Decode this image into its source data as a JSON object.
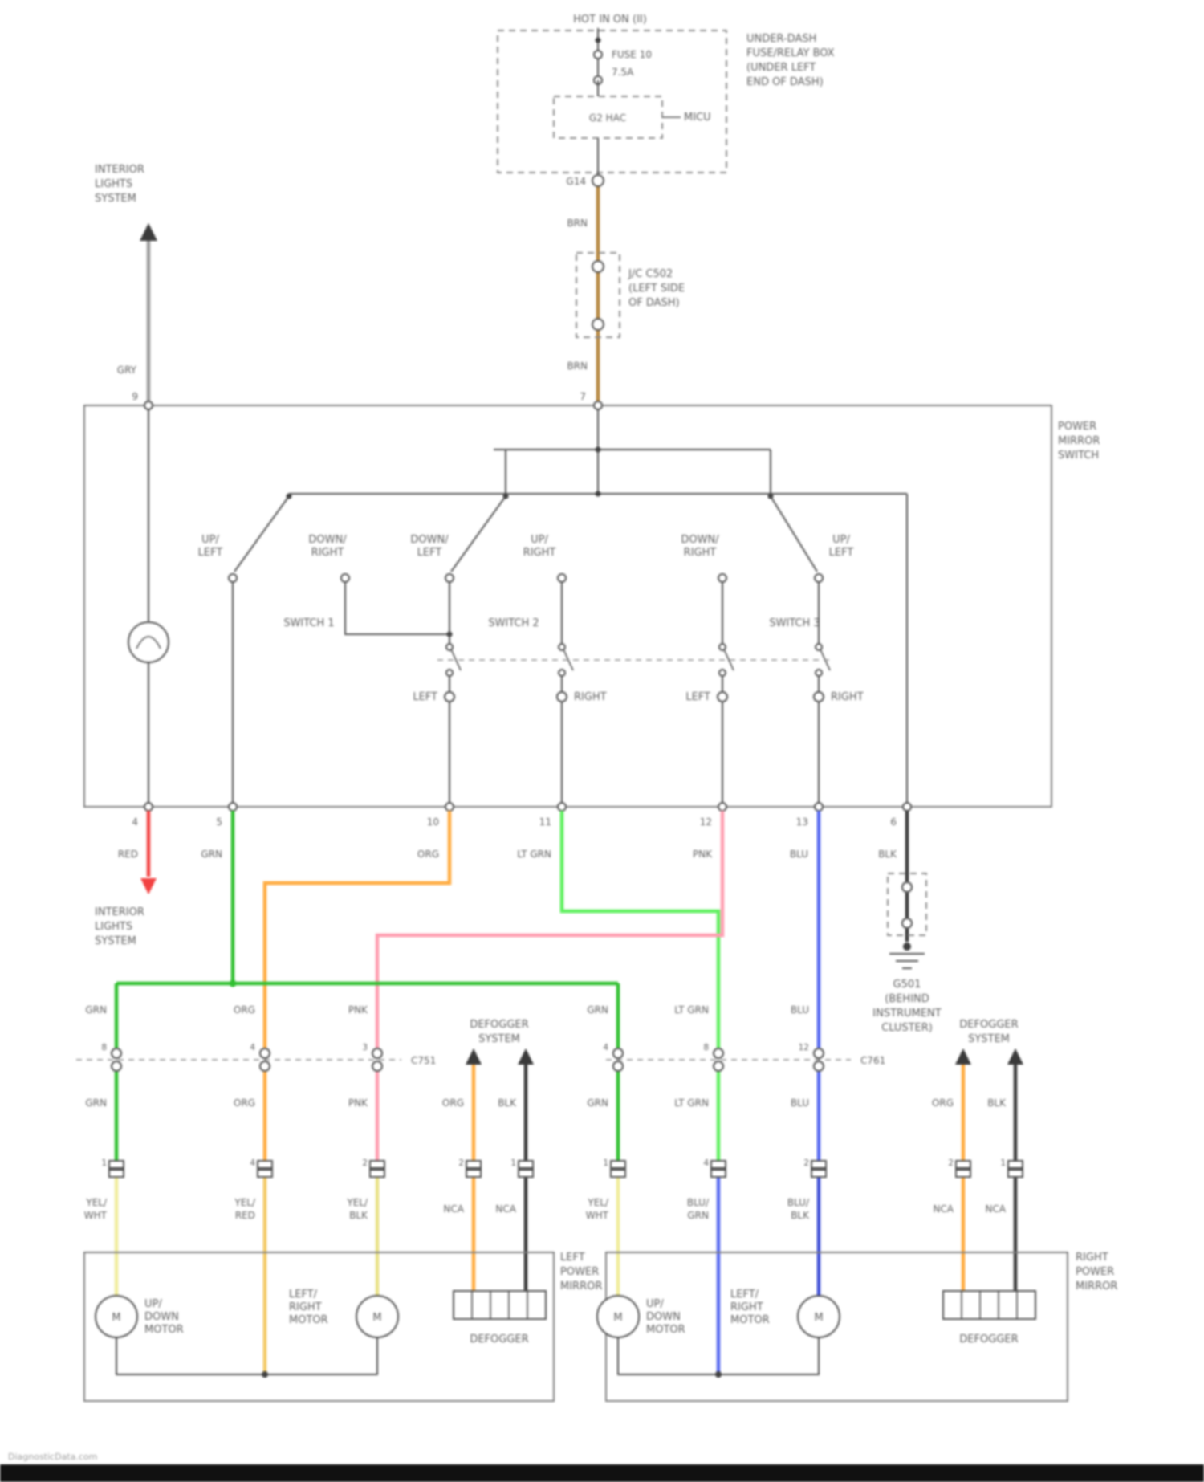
{
  "top": {
    "hot_in": "HOT IN ON (II)",
    "fusebox_label": [
      "UNDER-DASH",
      "FUSE/RELAY BOX",
      "(UNDER LEFT",
      "END OF DASH)"
    ],
    "fuse_name": "FUSE 10",
    "fuse_amp": "7.5A",
    "relay_label": "G2 HAC",
    "micu_label": "MICU",
    "conn_g14": "G14",
    "wire_brn_1": "BRN",
    "jc_label": [
      "J/C C502",
      "(LEFT SIDE",
      "OF DASH)"
    ],
    "wire_brn_2": "BRN",
    "pin7": "7"
  },
  "interior_top": {
    "lines": [
      "INTERIOR",
      "LIGHTS",
      "SYSTEM"
    ],
    "wire": "GRY",
    "pin": "9"
  },
  "switchbox": {
    "label": [
      "POWER",
      "MIRROR",
      "SWITCH"
    ],
    "sw1": {
      "left": [
        "UP/",
        "LEFT"
      ],
      "right": [
        "DOWN/",
        "RIGHT"
      ],
      "name": "SWITCH 1"
    },
    "sw2": {
      "left": [
        "DOWN/",
        "LEFT"
      ],
      "right": [
        "UP/",
        "RIGHT"
      ],
      "name": "SWITCH 2"
    },
    "sw3": {
      "left": [
        "DOWN/",
        "RIGHT"
      ],
      "right": [
        "UP/",
        "LEFT"
      ],
      "name": "SWITCH 3"
    },
    "contacts": [
      "LEFT",
      "RIGHT",
      "LEFT",
      "RIGHT"
    ],
    "pins": [
      "4",
      "5",
      "10",
      "11",
      "12",
      "13",
      "6"
    ]
  },
  "wires": {
    "colors": [
      "RED",
      "GRN",
      "ORG",
      "LT GRN",
      "PNK",
      "BLU",
      "BLK"
    ]
  },
  "interior_bottom": {
    "lines": [
      "INTERIOR",
      "LIGHTS",
      "SYSTEM"
    ]
  },
  "ground": {
    "lines": [
      "G501",
      "(BEHIND",
      "INSTRUMENT",
      "CLUSTER)"
    ]
  },
  "left_conn": {
    "name": "C751",
    "pins_top": [
      "8",
      "4",
      "3"
    ],
    "above": [
      "GRN",
      "ORG",
      "PNK"
    ],
    "below": [
      "GRN",
      "ORG",
      "PNK"
    ]
  },
  "right_conn": {
    "name": "C761",
    "pins_top": [
      "4",
      "8",
      "12"
    ],
    "above": [
      "GRN",
      "LT GRN",
      "BLU"
    ],
    "below": [
      "GRN",
      "LT GRN",
      "BLU"
    ]
  },
  "defogger": {
    "system": [
      "DEFOGGER",
      "SYSTEM"
    ],
    "wires": [
      "ORG",
      "BLK"
    ],
    "nca": "NCA",
    "element": "DEFOGGER"
  },
  "mirror_conn_pins": [
    "1",
    "4",
    "2",
    "2",
    "1"
  ],
  "motor": "M",
  "left_mirror": {
    "label": [
      "LEFT",
      "POWER",
      "MIRROR"
    ],
    "wires": [
      [
        "YEL/",
        "WHT"
      ],
      [
        "YEL/",
        "RED"
      ],
      [
        "YEL/",
        "BLK"
      ]
    ],
    "m1": [
      "UP/",
      "DOWN",
      "MOTOR"
    ],
    "m2": [
      "LEFT/",
      "RIGHT",
      "MOTOR"
    ]
  },
  "right_mirror": {
    "label": [
      "RIGHT",
      "POWER",
      "MIRROR"
    ],
    "wires": [
      [
        "YEL/",
        "WHT"
      ],
      [
        "BLU/",
        "GRN"
      ],
      [
        "BLU/",
        "BLK"
      ]
    ],
    "m1": [
      "UP/",
      "DOWN",
      "MOTOR"
    ],
    "m2": [
      "LEFT/",
      "RIGHT",
      "MOTOR"
    ]
  },
  "watermark": "DiagnosticData.com",
  "palette": {
    "brn": "#b5853e",
    "red": "#f24141",
    "grn": "#2fbf2f",
    "org": "#ffab40",
    "ltgrn": "#5ef05e",
    "pnk": "#ff9db0",
    "blu": "#5568f0",
    "blk": "#3a3a3a",
    "yel_wht": "#f0ec9a",
    "yel_red": "#f3c963",
    "yel_blk": "#e9e287",
    "blu_grn": "#5568f0",
    "blu_blk": "#3f4fd6",
    "gry": "#9a9a9a",
    "bar": "#111111"
  }
}
